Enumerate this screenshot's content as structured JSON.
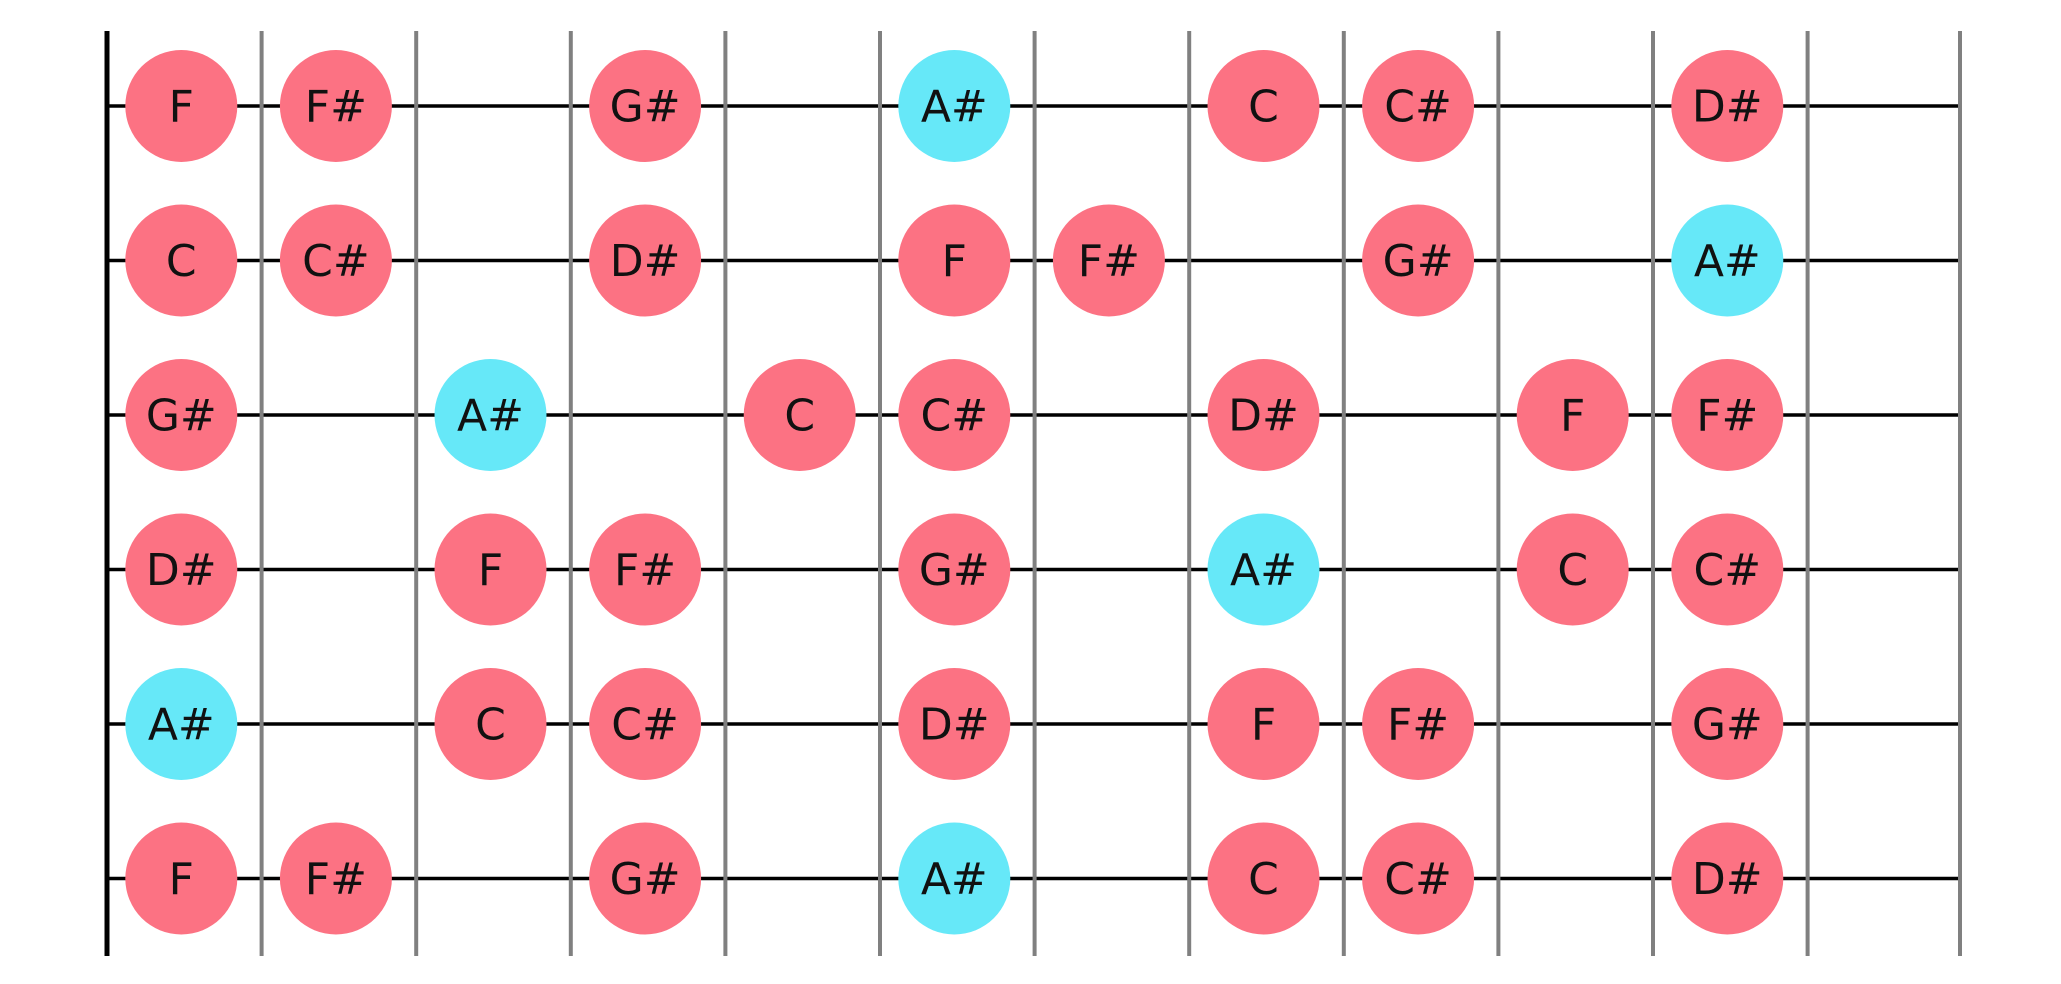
{
  "fretboard": {
    "string_count": 6,
    "fret_count": 12,
    "colors": {
      "scale_note": "#fc7283",
      "root_note": "#66e8f8",
      "string": "#000000",
      "fret": "#808080",
      "nut": "#000000",
      "label": "#111111"
    },
    "strings": [
      {
        "notes": [
          {
            "fret": 0,
            "label": "F",
            "root": false
          },
          {
            "fret": 1,
            "label": "F#",
            "root": false
          },
          {
            "fret": 3,
            "label": "G#",
            "root": false
          },
          {
            "fret": 5,
            "label": "A#",
            "root": true
          },
          {
            "fret": 7,
            "label": "C",
            "root": false
          },
          {
            "fret": 8,
            "label": "C#",
            "root": false
          },
          {
            "fret": 10,
            "label": "D#",
            "root": false
          }
        ]
      },
      {
        "notes": [
          {
            "fret": 0,
            "label": "C",
            "root": false
          },
          {
            "fret": 1,
            "label": "C#",
            "root": false
          },
          {
            "fret": 3,
            "label": "D#",
            "root": false
          },
          {
            "fret": 5,
            "label": "F",
            "root": false
          },
          {
            "fret": 6,
            "label": "F#",
            "root": false
          },
          {
            "fret": 8,
            "label": "G#",
            "root": false
          },
          {
            "fret": 10,
            "label": "A#",
            "root": true
          }
        ]
      },
      {
        "notes": [
          {
            "fret": 0,
            "label": "G#",
            "root": false
          },
          {
            "fret": 2,
            "label": "A#",
            "root": true
          },
          {
            "fret": 4,
            "label": "C",
            "root": false
          },
          {
            "fret": 5,
            "label": "C#",
            "root": false
          },
          {
            "fret": 7,
            "label": "D#",
            "root": false
          },
          {
            "fret": 9,
            "label": "F",
            "root": false
          },
          {
            "fret": 10,
            "label": "F#",
            "root": false
          }
        ]
      },
      {
        "notes": [
          {
            "fret": 0,
            "label": "D#",
            "root": false
          },
          {
            "fret": 2,
            "label": "F",
            "root": false
          },
          {
            "fret": 3,
            "label": "F#",
            "root": false
          },
          {
            "fret": 5,
            "label": "G#",
            "root": false
          },
          {
            "fret": 7,
            "label": "A#",
            "root": true
          },
          {
            "fret": 9,
            "label": "C",
            "root": false
          },
          {
            "fret": 10,
            "label": "C#",
            "root": false
          }
        ]
      },
      {
        "notes": [
          {
            "fret": 0,
            "label": "A#",
            "root": true
          },
          {
            "fret": 2,
            "label": "C",
            "root": false
          },
          {
            "fret": 3,
            "label": "C#",
            "root": false
          },
          {
            "fret": 5,
            "label": "D#",
            "root": false
          },
          {
            "fret": 7,
            "label": "F",
            "root": false
          },
          {
            "fret": 8,
            "label": "F#",
            "root": false
          },
          {
            "fret": 10,
            "label": "G#",
            "root": false
          }
        ]
      },
      {
        "notes": [
          {
            "fret": 0,
            "label": "F",
            "root": false
          },
          {
            "fret": 1,
            "label": "F#",
            "root": false
          },
          {
            "fret": 3,
            "label": "G#",
            "root": false
          },
          {
            "fret": 5,
            "label": "A#",
            "root": true
          },
          {
            "fret": 7,
            "label": "C",
            "root": false
          },
          {
            "fret": 8,
            "label": "C#",
            "root": false
          },
          {
            "fret": 10,
            "label": "D#",
            "root": false
          }
        ]
      }
    ]
  }
}
